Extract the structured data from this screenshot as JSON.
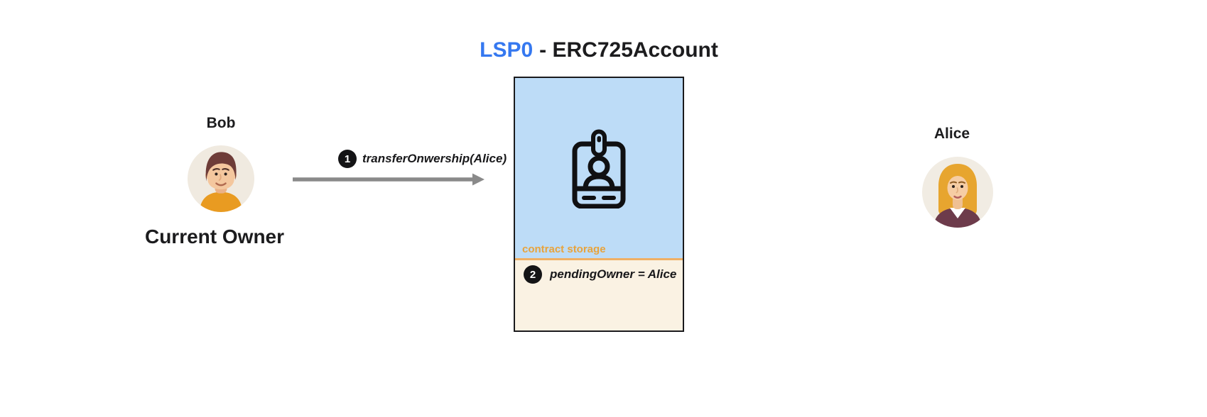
{
  "title": {
    "lsp": "LSP0",
    "rest": "- ERC725Account"
  },
  "bob": {
    "name": "Bob",
    "role": "Current Owner"
  },
  "alice": {
    "name": "Alice"
  },
  "transfer": {
    "step": "1",
    "label": "transferOnwership(Alice)"
  },
  "contract": {
    "storage_label": "contract storage",
    "pending": {
      "step": "2",
      "text": "pendingOwner = Alice"
    }
  },
  "icons": {
    "contract": "id-badge-icon",
    "bob_avatar": "man-avatar-icon",
    "alice_avatar": "woman-avatar-icon",
    "arrow": "right-arrow-icon"
  },
  "colors": {
    "title_highlight": "#3578F0",
    "contract_fill": "#BDDCF7",
    "storage_fill": "#FAF2E3",
    "storage_accent": "#E8A33C",
    "storage_divider": "#EFB065",
    "box_border": "#1A1A1C",
    "arrow": "#8A8A8A",
    "badge_bg": "#141416",
    "badge_text": "#FFFFFF"
  }
}
